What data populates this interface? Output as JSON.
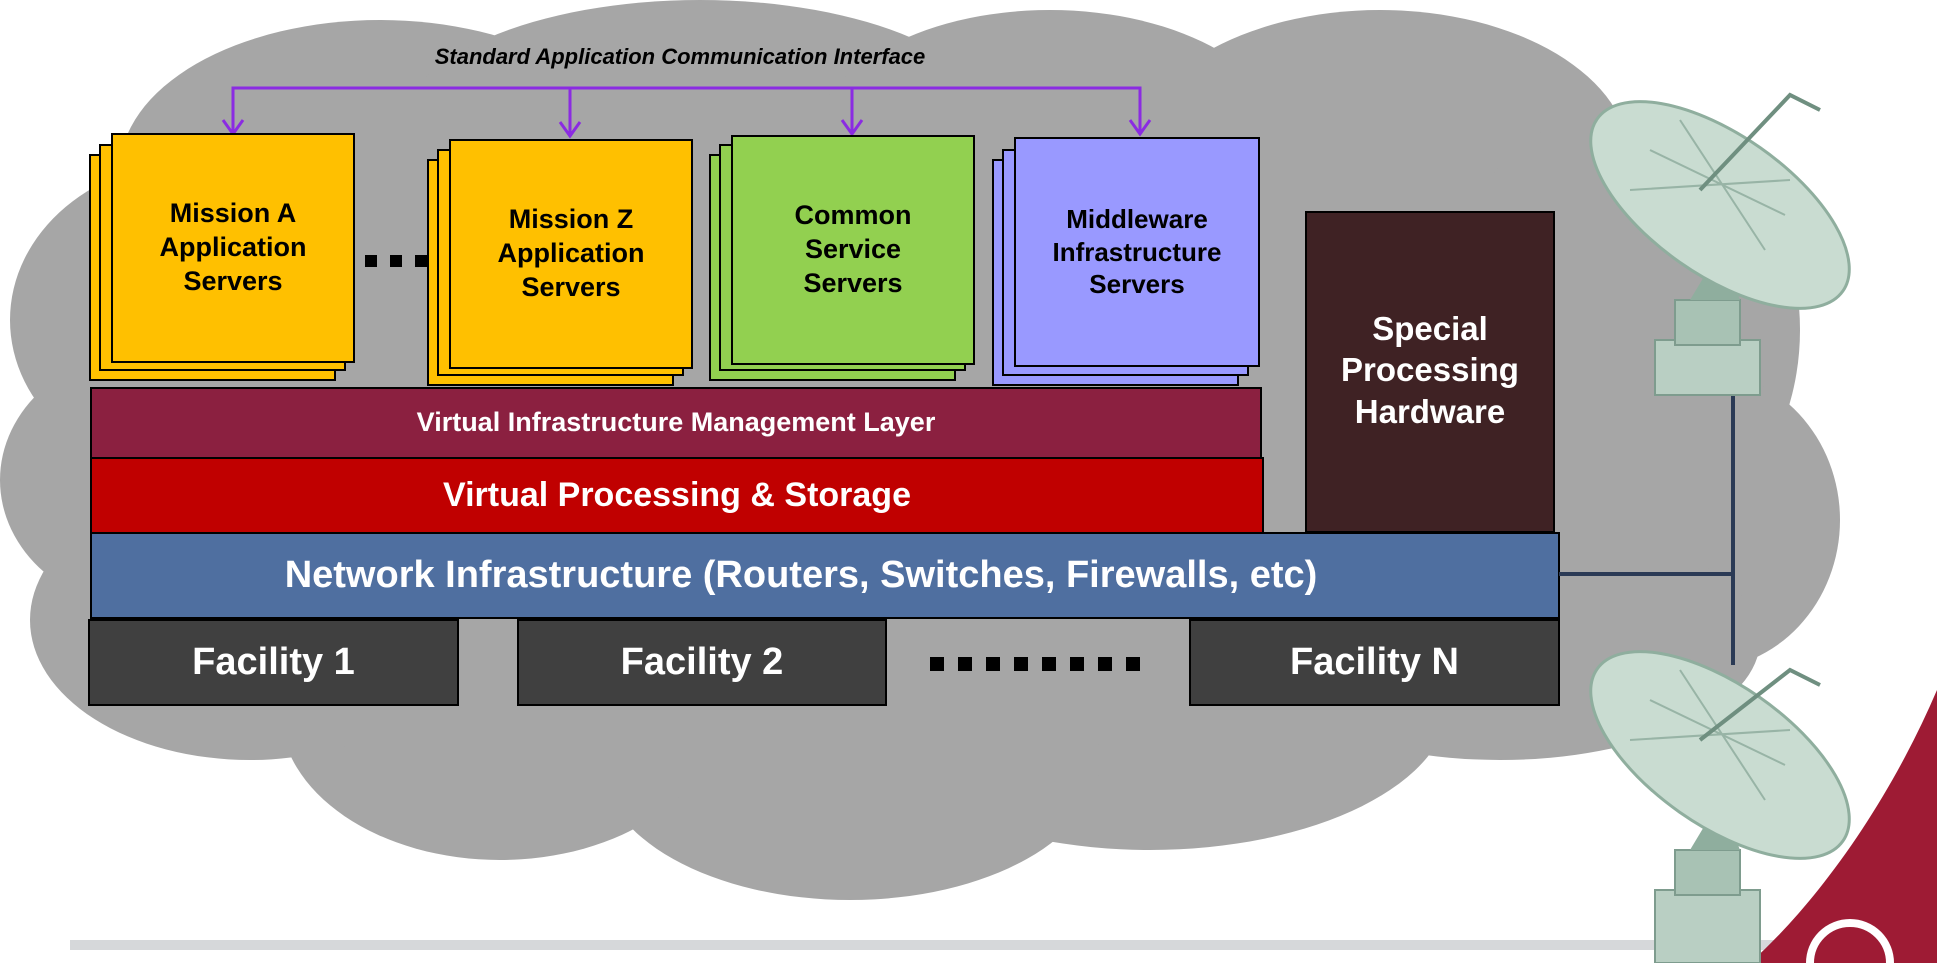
{
  "interface_label": "Standard Application Communication Interface",
  "servers": [
    {
      "label": "Mission A\nApplication\nServers",
      "color": "#FFC000"
    },
    {
      "label": "Mission Z\nApplication\nServers",
      "color": "#FFC000"
    },
    {
      "label": "Common\nService\nServers",
      "color": "#92D050"
    },
    {
      "label": "Middleware\nInfrastructure\nServers",
      "color": "#9999FF"
    }
  ],
  "special_hardware": {
    "label": "Special\nProcessing\nHardware",
    "color": "#3F2224"
  },
  "layers": {
    "management": {
      "label": "Virtual Infrastructure Management Layer",
      "color": "#8B2040"
    },
    "processing": {
      "label": "Virtual Processing & Storage",
      "color": "#C00000"
    },
    "network": {
      "label": "Network Infrastructure (Routers, Switches, Firewalls, etc)",
      "color": "#4F6FA0"
    }
  },
  "facilities": [
    {
      "label": "Facility 1"
    },
    {
      "label": "Facility 2"
    },
    {
      "label": "Facility N"
    }
  ],
  "colors": {
    "cloud": "#A6A6A6",
    "facility": "#404040",
    "connector": "#8B2BE2",
    "antenna_line": "#2B3A55"
  }
}
